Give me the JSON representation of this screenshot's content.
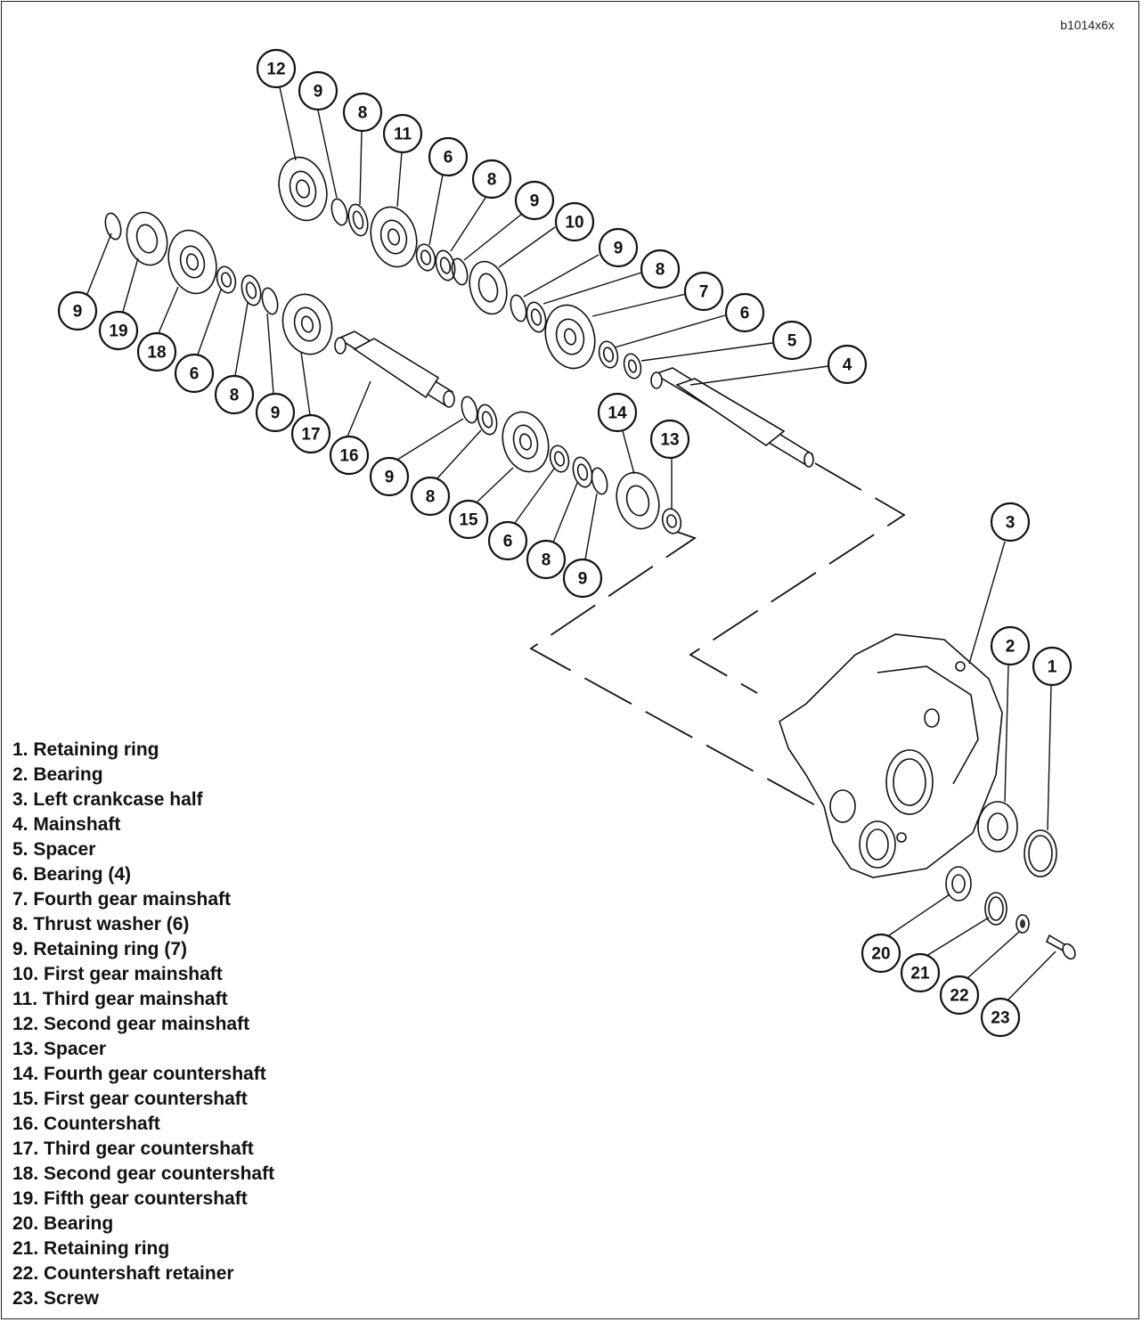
{
  "figure_code": "b1014x6x",
  "callouts": {
    "c1": "1",
    "c2": "2",
    "c3": "3",
    "c4": "4",
    "c5": "5",
    "c6a": "6",
    "c6b": "6",
    "c6c": "6",
    "c6d": "6",
    "c7": "7",
    "c8a": "8",
    "c8b": "8",
    "c8c": "8",
    "c8d": "8",
    "c8e": "8",
    "c8f": "8",
    "c9a": "9",
    "c9b": "9",
    "c9c": "9",
    "c9d": "9",
    "c9e": "9",
    "c9f": "9",
    "c9g": "9",
    "c10": "10",
    "c11": "11",
    "c12": "12",
    "c13": "13",
    "c14": "14",
    "c15": "15",
    "c16": "16",
    "c17": "17",
    "c18": "18",
    "c19": "19",
    "c20": "20",
    "c21": "21",
    "c22": "22",
    "c23": "23"
  },
  "legend": [
    "1. Retaining ring",
    "2. Bearing",
    "3. Left crankcase half",
    "4. Mainshaft",
    "5. Spacer",
    "6. Bearing (4)",
    "7. Fourth gear mainshaft",
    "8. Thrust washer (6)",
    "9. Retaining ring (7)",
    "10. First gear mainshaft",
    "11. Third gear mainshaft",
    "12. Second gear mainshaft",
    "13. Spacer",
    "14. Fourth gear countershaft",
    "15. First gear countershaft",
    "16. Countershaft",
    "17. Third gear countershaft",
    "18. Second gear countershaft",
    "19. Fifth gear countershaft",
    "20. Bearing",
    "21. Retaining ring",
    "22. Countershaft retainer",
    "23. Screw"
  ],
  "icons": {
    "gear": "gear-icon",
    "bearing": "bearing-icon",
    "washer": "washer-icon",
    "ring": "retaining-ring-icon",
    "shaft": "shaft-icon",
    "crankcase": "crankcase-icon",
    "screw": "screw-icon"
  }
}
